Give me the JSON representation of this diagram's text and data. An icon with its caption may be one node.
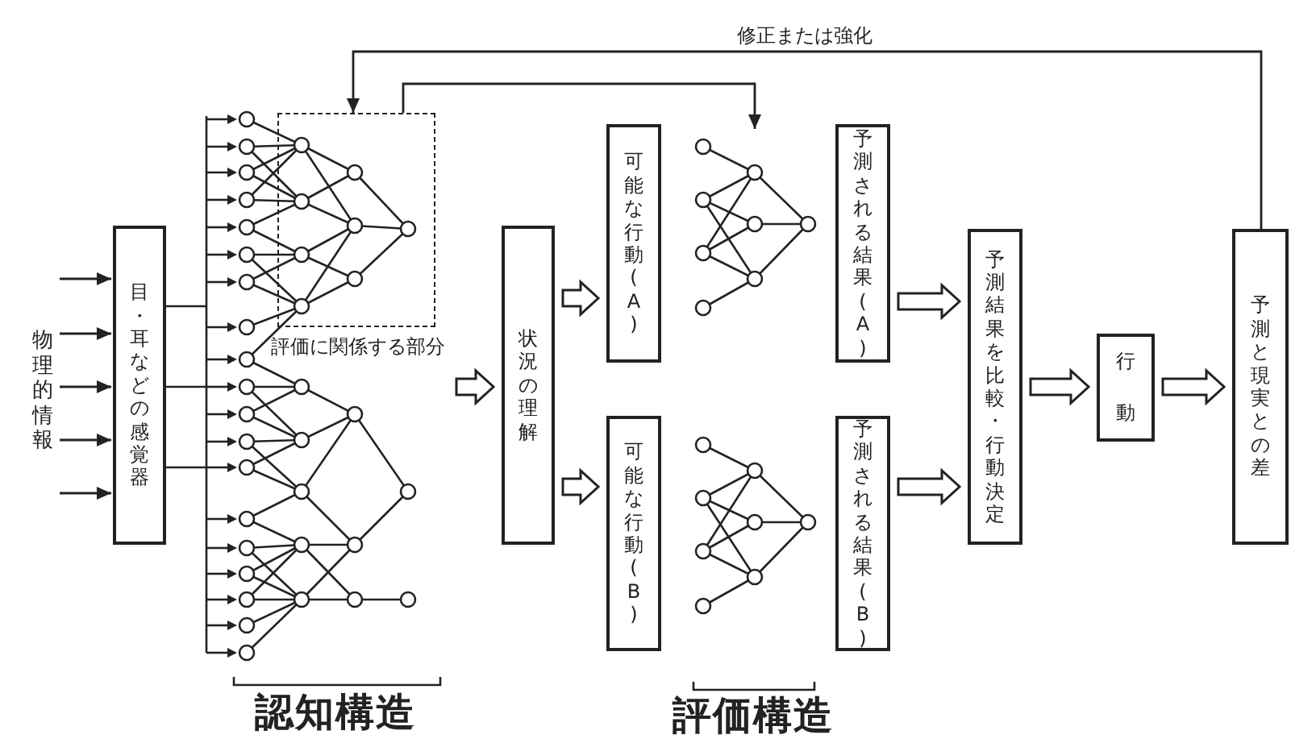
{
  "diagram": {
    "nodes": [
      {
        "text": [
          "物理的情報"
        ]
      },
      {
        "text": [
          "目・耳などの感覚器"
        ]
      },
      {
        "text": [],
        "shape": "network"
      },
      {
        "text": [
          "評価に関係する部分"
        ],
        "in": 2
      },
      {
        "text": [
          "状況の理解"
        ]
      },
      {
        "text": [
          "可能な行動(A)"
        ]
      },
      {
        "text": [],
        "shape": "network"
      },
      {
        "text": [
          "予測される結果(A)"
        ]
      },
      {
        "text": [
          "可能な行動(B)"
        ]
      },
      {
        "text": [],
        "shape": "network"
      },
      {
        "text": [
          "予測される結果(B)"
        ]
      },
      {
        "text": [
          "予測結果を比較・行動決定"
        ]
      },
      {
        "text": [
          "行動"
        ]
      },
      {
        "text": [
          "予測と現実との差"
        ]
      }
    ],
    "edges": [
      {
        "from": 0,
        "to": 1,
        "arrow": "to"
      },
      {
        "from": 0,
        "to": 1,
        "arrow": "to"
      },
      {
        "from": 0,
        "to": 1,
        "arrow": "to"
      },
      {
        "from": 0,
        "to": 1,
        "arrow": "to"
      },
      {
        "from": 0,
        "to": 1,
        "arrow": "to"
      },
      {
        "from": 1,
        "to": 2,
        "arrow": "none"
      },
      {
        "from": 2,
        "to": 4,
        "arrow": "to",
        "style": "thick"
      },
      {
        "from": 4,
        "to": 5,
        "arrow": "to",
        "style": "thick"
      },
      {
        "from": 4,
        "to": 8,
        "arrow": "to",
        "style": "thick"
      },
      {
        "from": 7,
        "to": 11,
        "arrow": "to",
        "style": "thick"
      },
      {
        "from": 10,
        "to": 11,
        "arrow": "to",
        "style": "thick"
      },
      {
        "from": 11,
        "to": 12,
        "arrow": "to",
        "style": "thick"
      },
      {
        "from": 12,
        "to": 13,
        "arrow": "to",
        "style": "thick"
      },
      {
        "from": 13,
        "to": 3,
        "arrow": "to",
        "label": "修正または強化"
      },
      {
        "from": 3,
        "to": 6,
        "arrow": "to"
      }
    ],
    "labels": [
      "認知構造",
      "評価構造"
    ]
  }
}
